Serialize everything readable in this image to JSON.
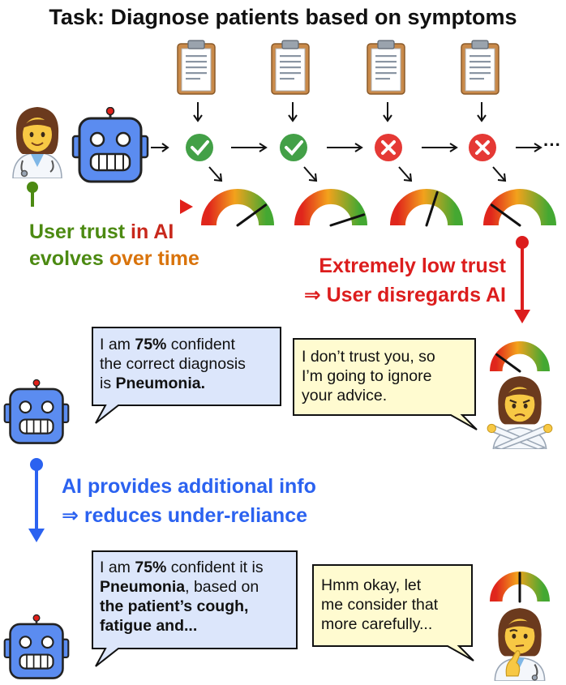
{
  "title": "Task: Diagnose patients based on symptoms",
  "trust_label": {
    "line1_green": "User trust",
    "line1_red": " in AI",
    "line2_green": "evolves ",
    "line2_orange": "over time"
  },
  "low_trust": {
    "line1": "Extremely low trust",
    "line2": "⇒ User disregards AI"
  },
  "ai_info": {
    "line1": "AI provides additional info",
    "line2": "⇒ reduces under-reliance"
  },
  "ellipsis": "···",
  "timeline_outcomes": [
    "correct",
    "correct",
    "incorrect",
    "incorrect"
  ],
  "gauge_levels": [
    0.8,
    0.9,
    0.6,
    0.2
  ],
  "ai_bubble_1": {
    "p1": "I am ",
    "p2": "75%",
    "p3": " confident",
    "line2": "the correct diagnosis",
    "p4": "is ",
    "p5": "Pneumonia."
  },
  "user_bubble_1": {
    "line1": "I don’t trust you, so",
    "line2": "I’m going to ignore",
    "line3": "your advice."
  },
  "ai_bubble_2": {
    "p1": "I am ",
    "p2": "75%",
    "p3": " confident it is",
    "p4": "Pneumonia",
    "p5": ", based on",
    "line3": "the patient’s cough,",
    "line4": "fatigue and..."
  },
  "user_bubble_2": {
    "line1": "Hmm okay, let",
    "line2": "me consider that",
    "line3": "more carefully..."
  },
  "colors": {
    "green": "#4c8a12",
    "orange": "#d9730b",
    "red": "#dc1d1d",
    "blue": "#2b62f0",
    "ai_bubble_fill": "#dce6fb",
    "user_bubble_fill": "#fffbd0",
    "robot_blue": "#5b8cf0"
  }
}
